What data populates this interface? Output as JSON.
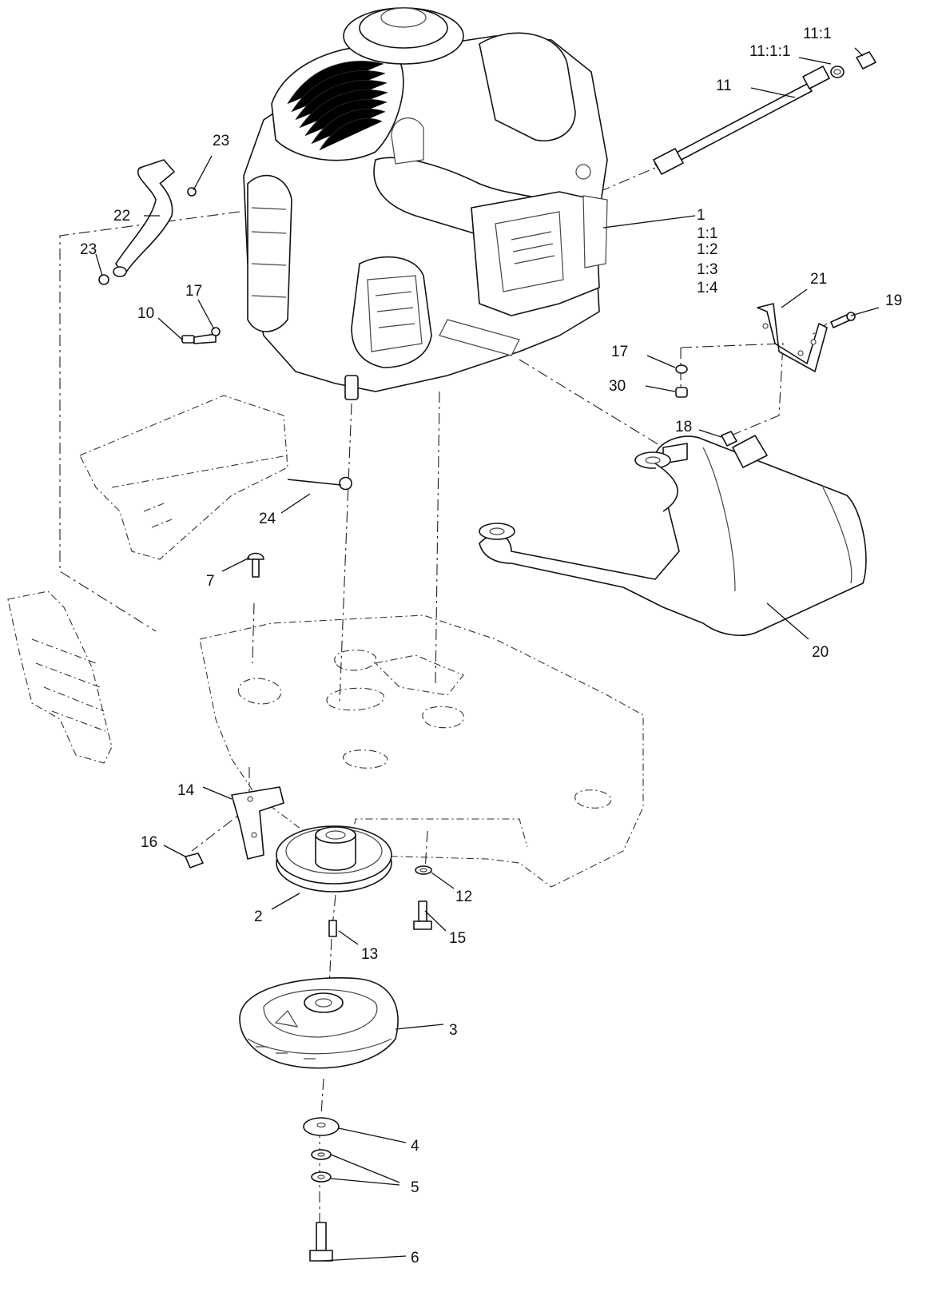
{
  "callouts": [
    {
      "id": "c-1",
      "text": "1"
    },
    {
      "id": "c-1-1",
      "text": "1:1"
    },
    {
      "id": "c-1-2",
      "text": "1:2"
    },
    {
      "id": "c-1-3",
      "text": "1:3"
    },
    {
      "id": "c-1-4",
      "text": "1:4"
    },
    {
      "id": "c-2",
      "text": "2"
    },
    {
      "id": "c-3",
      "text": "3"
    },
    {
      "id": "c-4",
      "text": "4"
    },
    {
      "id": "c-5",
      "text": "5"
    },
    {
      "id": "c-6",
      "text": "6"
    },
    {
      "id": "c-7",
      "text": "7"
    },
    {
      "id": "c-10",
      "text": "10"
    },
    {
      "id": "c-11",
      "text": "11"
    },
    {
      "id": "c-11-1",
      "text": "11:1"
    },
    {
      "id": "c-11-1-1",
      "text": "11:1:1"
    },
    {
      "id": "c-12",
      "text": "12"
    },
    {
      "id": "c-13",
      "text": "13"
    },
    {
      "id": "c-14",
      "text": "14"
    },
    {
      "id": "c-15",
      "text": "15"
    },
    {
      "id": "c-16",
      "text": "16"
    },
    {
      "id": "c-17a",
      "text": "17"
    },
    {
      "id": "c-17b",
      "text": "17"
    },
    {
      "id": "c-18",
      "text": "18"
    },
    {
      "id": "c-19",
      "text": "19"
    },
    {
      "id": "c-20",
      "text": "20"
    },
    {
      "id": "c-21",
      "text": "21"
    },
    {
      "id": "c-22",
      "text": "22"
    },
    {
      "id": "c-23a",
      "text": "23"
    },
    {
      "id": "c-23b",
      "text": "23"
    },
    {
      "id": "c-24",
      "text": "24"
    },
    {
      "id": "c-30",
      "text": "30"
    }
  ]
}
